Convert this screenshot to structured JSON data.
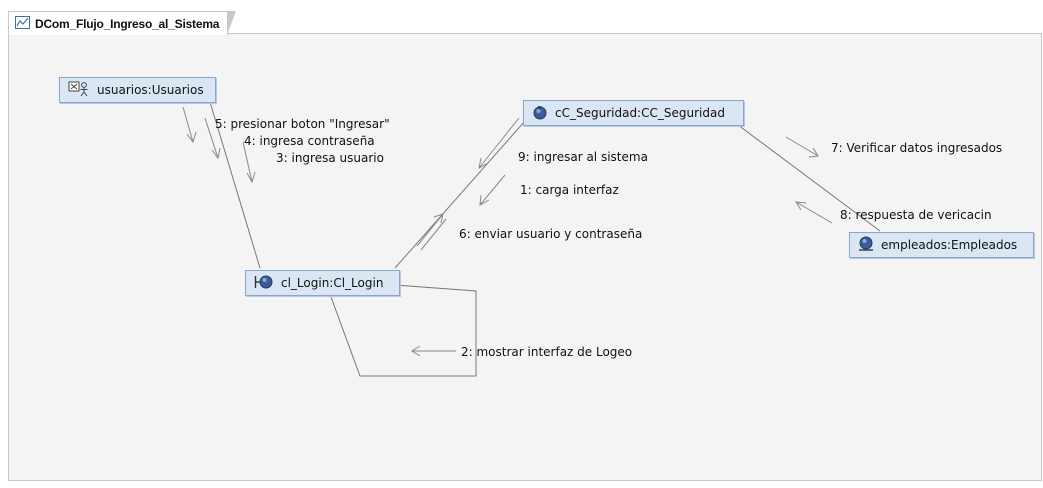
{
  "diagram": {
    "title": "DCom_Flujo_Ingreso_al_Sistema",
    "title_icon": "diagram-icon"
  },
  "nodes": {
    "usuarios": {
      "label": "usuarios:Usuarios",
      "icon": "actor-icon"
    },
    "login": {
      "label": "cl_Login:Cl_Login",
      "icon": "boundary-icon"
    },
    "seguridad": {
      "label": "cC_Seguridad:CC_Seguridad",
      "icon": "control-icon"
    },
    "empleados": {
      "label": "empleados:Empleados",
      "icon": "entity-icon"
    }
  },
  "messages": {
    "m5": "5: presionar boton \"Ingresar\"",
    "m4": "4: ingresa contraseña",
    "m3": "3: ingresa usuario",
    "m9": "9: ingresar al sistema",
    "m1": "1: carga interfaz",
    "m6": "6: enviar usuario y contraseña",
    "m7": "7: Verificar datos ingresados",
    "m8": "8: respuesta de vericacin",
    "m2": "2: mostrar interfaz de Logeo"
  },
  "colors": {
    "node_fill": "#dbe6f5",
    "node_border": "#8aa6cc",
    "canvas": "#f4f4f4",
    "link": "#777777"
  }
}
